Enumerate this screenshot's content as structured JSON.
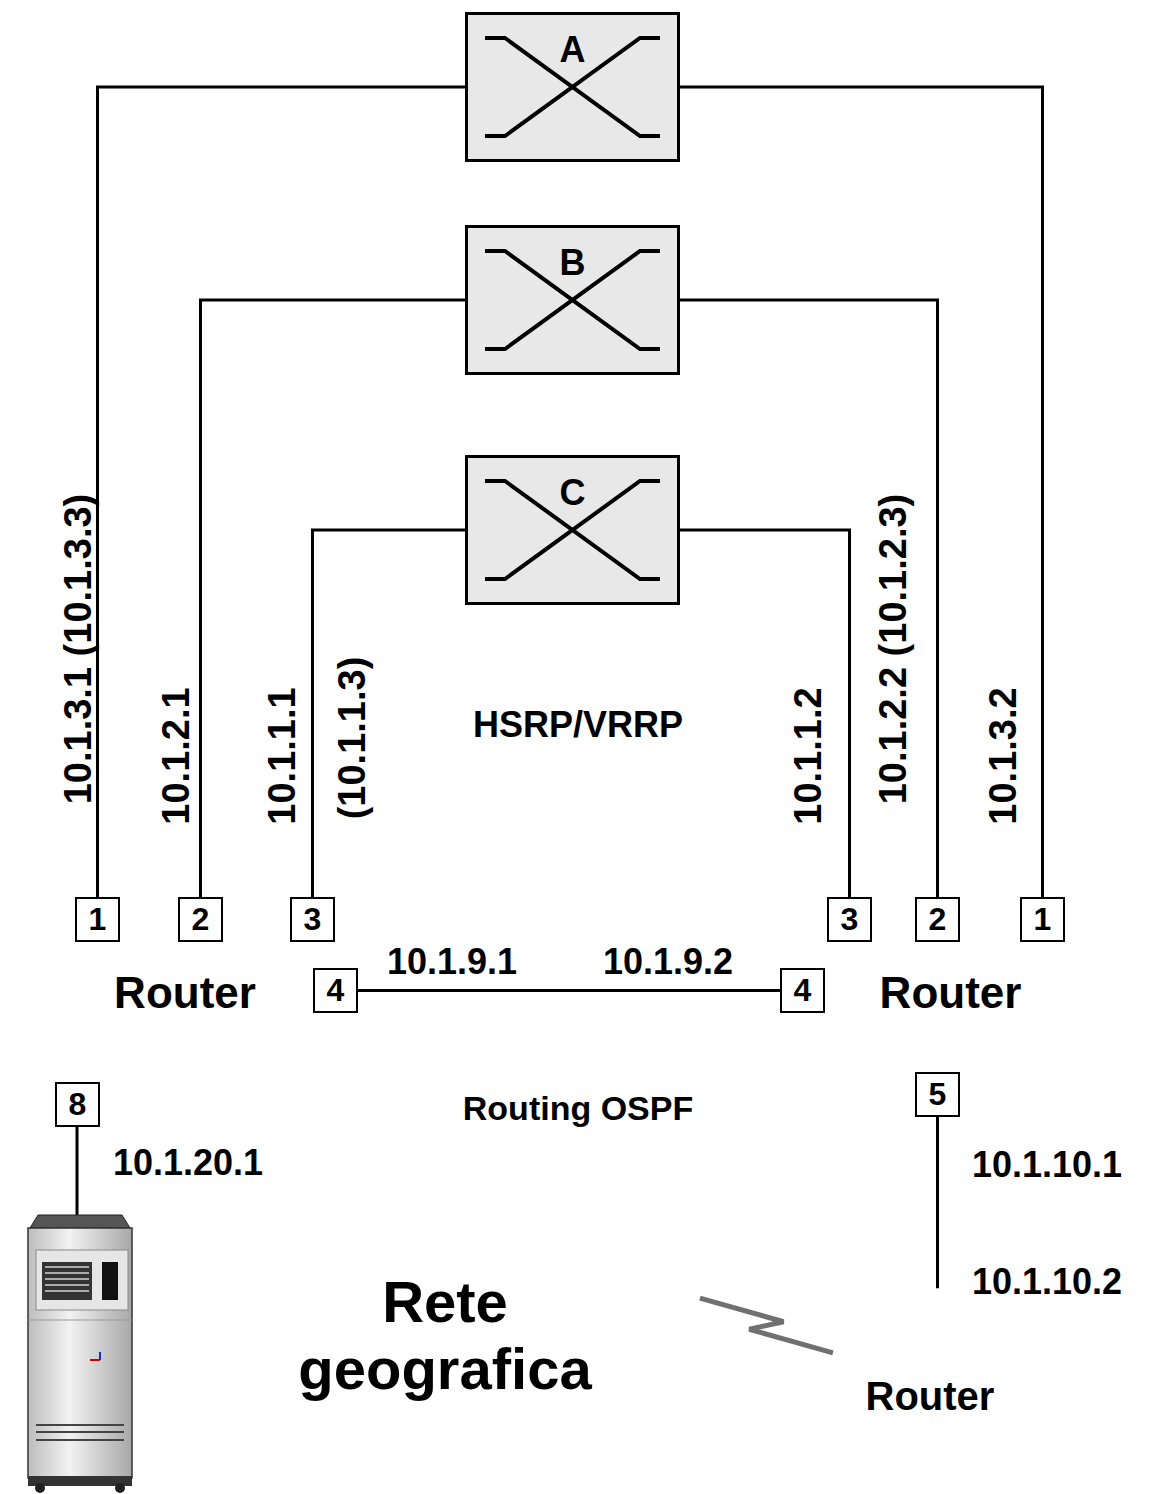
{
  "diagram": {
    "nodes": [
      {
        "text": [
          "A"
        ]
      },
      {
        "text": [
          "B"
        ]
      },
      {
        "text": [
          "C"
        ]
      },
      {
        "text": [
          "Router"
        ]
      },
      {
        "text": [
          "1"
        ],
        "in": 3
      },
      {
        "text": [
          "2"
        ],
        "in": 3
      },
      {
        "text": [
          "3"
        ],
        "in": 3
      },
      {
        "text": [
          "4"
        ],
        "in": 3
      },
      {
        "text": [
          "8"
        ],
        "in": 3
      },
      {
        "text": [
          "Router"
        ]
      },
      {
        "text": [
          "3"
        ],
        "in": 9
      },
      {
        "text": [
          "2"
        ],
        "in": 9
      },
      {
        "text": [
          "1"
        ],
        "in": 9
      },
      {
        "text": [
          "4"
        ],
        "in": 9
      },
      {
        "text": [
          "5"
        ],
        "in": 9
      },
      {
        "text": [
          "Rete geografica"
        ]
      },
      {
        "text": [
          "Router"
        ]
      }
    ],
    "edges": [
      {
        "from": 0,
        "to": 4,
        "arrow": "none"
      },
      {
        "from": 0,
        "to": 12,
        "arrow": "none"
      },
      {
        "from": 1,
        "to": 5,
        "arrow": "none"
      },
      {
        "from": 1,
        "to": 11,
        "arrow": "none"
      },
      {
        "from": 2,
        "to": 6,
        "arrow": "none"
      },
      {
        "from": 2,
        "to": 10,
        "arrow": "none"
      },
      {
        "from": 7,
        "to": 13,
        "arrow": "none"
      },
      {
        "from": 14,
        "to": 16,
        "arrow": "none"
      },
      {
        "from": 15,
        "to": 16,
        "arrow": "none"
      }
    ],
    "labels": [
      "10.1.3.1 (10.1.3.3)",
      "10.1.2.1",
      "10.1.1.1",
      "(10.1.1.3)",
      "HSRP/VRRP",
      "10.1.1.2",
      "10.1.2.2 (10.1.2.3)",
      "10.1.3.2",
      "10.1.9.1",
      "10.1.9.2",
      "Routing OSPF",
      "10.1.20.1",
      "10.1.10.1",
      "10.1.10.2"
    ]
  }
}
